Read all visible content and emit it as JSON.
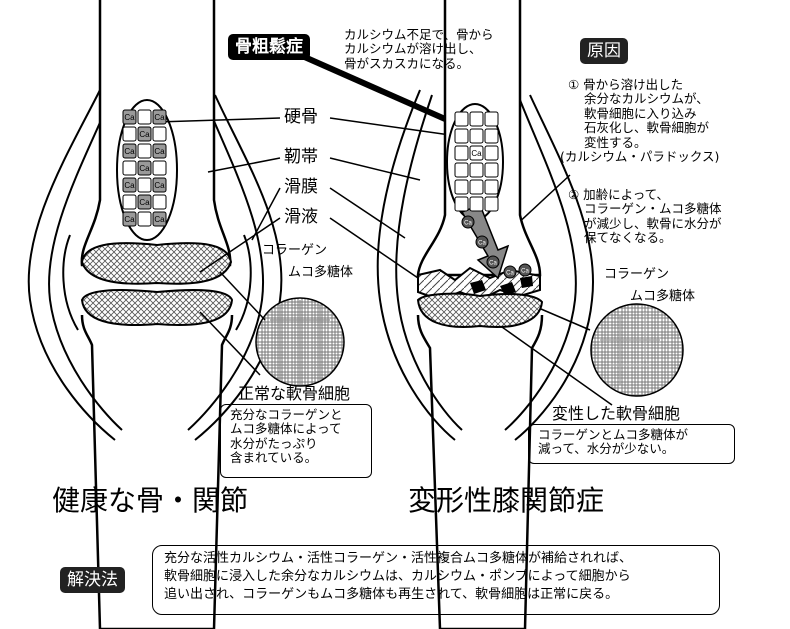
{
  "title_left": "健康な骨・関節",
  "title_right": "変形性膝関節症",
  "osteoporosis": {
    "badge": "骨粗鬆症",
    "description": [
      "カルシウム不足で、骨から",
      "カルシウムが溶け出し、",
      "骨がスカスカになる。"
    ]
  },
  "parts": {
    "hard_bone": "硬骨",
    "ligament": "靭帯",
    "synovium": "滑膜",
    "synovial_fluid": "滑液"
  },
  "left_detail": {
    "collagen": "コラーゲン",
    "mucopolysaccharide": "ムコ多糖体",
    "normal_cell": "正常な軟骨細胞",
    "normal_desc": [
      "充分なコラーゲンと",
      "ムコ多糖体によって",
      "水分がたっぷり",
      "含まれている。"
    ]
  },
  "cause": {
    "badge": "原因",
    "item1": [
      "① 骨から溶け出した",
      "余分なカルシウムが、",
      "軟骨細胞に入り込み",
      "石灰化し、軟骨細胞が",
      "変性する。"
    ],
    "item1_note": "(カルシウム・パラドックス)",
    "item2": [
      "② 加齢によって、",
      "コラーゲン・ムコ多糖体",
      "が減少し、軟骨に水分が",
      "保てなくなる。"
    ]
  },
  "right_detail": {
    "collagen": "コラーゲン",
    "mucopolysaccharide": "ムコ多糖体",
    "degenerated_cell": "変性した軟骨細胞",
    "degenerated_desc": [
      "コラーゲンとムコ多糖体が",
      "減って、水分が少ない。"
    ]
  },
  "calcium_mark": "Ca",
  "solution": {
    "badge": "解決法",
    "lines": [
      "充分な活性カルシウム・活性コラーゲン・活性複合ムコ多糖体が補給されれば、",
      "軟骨細胞に浸入した余分なカルシウムは、カルシウム・ポンプによって細胞から",
      "追い出され、コラーゲンもムコ多糖体も再生されて、軟骨細胞は正常に戻る。"
    ]
  }
}
